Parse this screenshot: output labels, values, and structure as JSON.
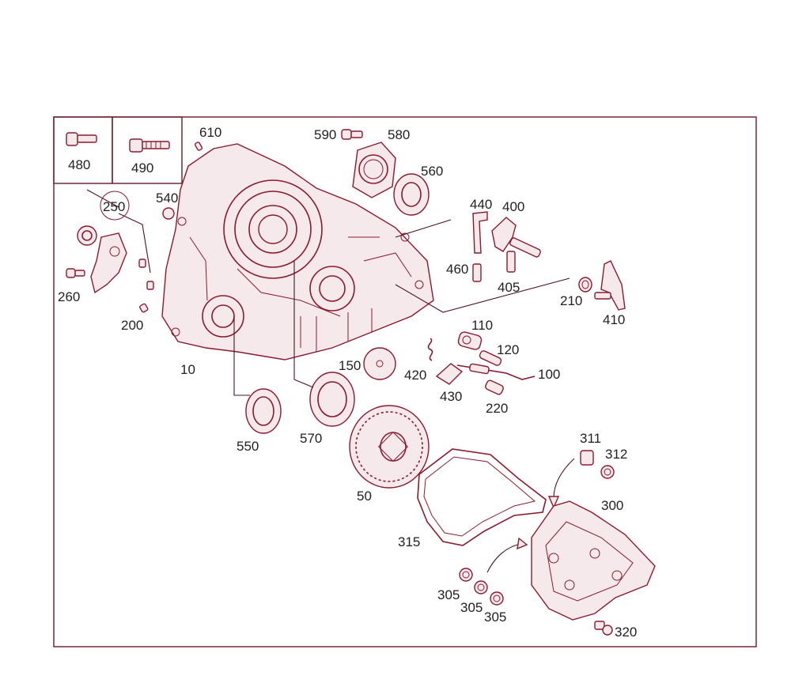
{
  "diagram": {
    "colors": {
      "line": "#8b1a2e",
      "frame": "#6d1a2a",
      "text": "#222222",
      "background": "#ffffff"
    },
    "labels": {
      "p480": "480",
      "p490": "490",
      "p610": "610",
      "p590": "590",
      "p580": "580",
      "p560": "560",
      "p540": "540",
      "p250": "250",
      "p260": "260",
      "p200": "200",
      "p10": "10",
      "p440": "440",
      "p400": "400",
      "p460": "460",
      "p405": "405",
      "p210": "210",
      "p410": "410",
      "p110": "110",
      "p120": "120",
      "p420": "420",
      "p430": "430",
      "p100": "100",
      "p220": "220",
      "p150": "150",
      "p550": "550",
      "p570": "570",
      "p50": "50",
      "p311": "311",
      "p312": "312",
      "p300": "300",
      "p315": "315",
      "p305a": "305",
      "p305b": "305",
      "p305c": "305",
      "p320": "320"
    }
  }
}
